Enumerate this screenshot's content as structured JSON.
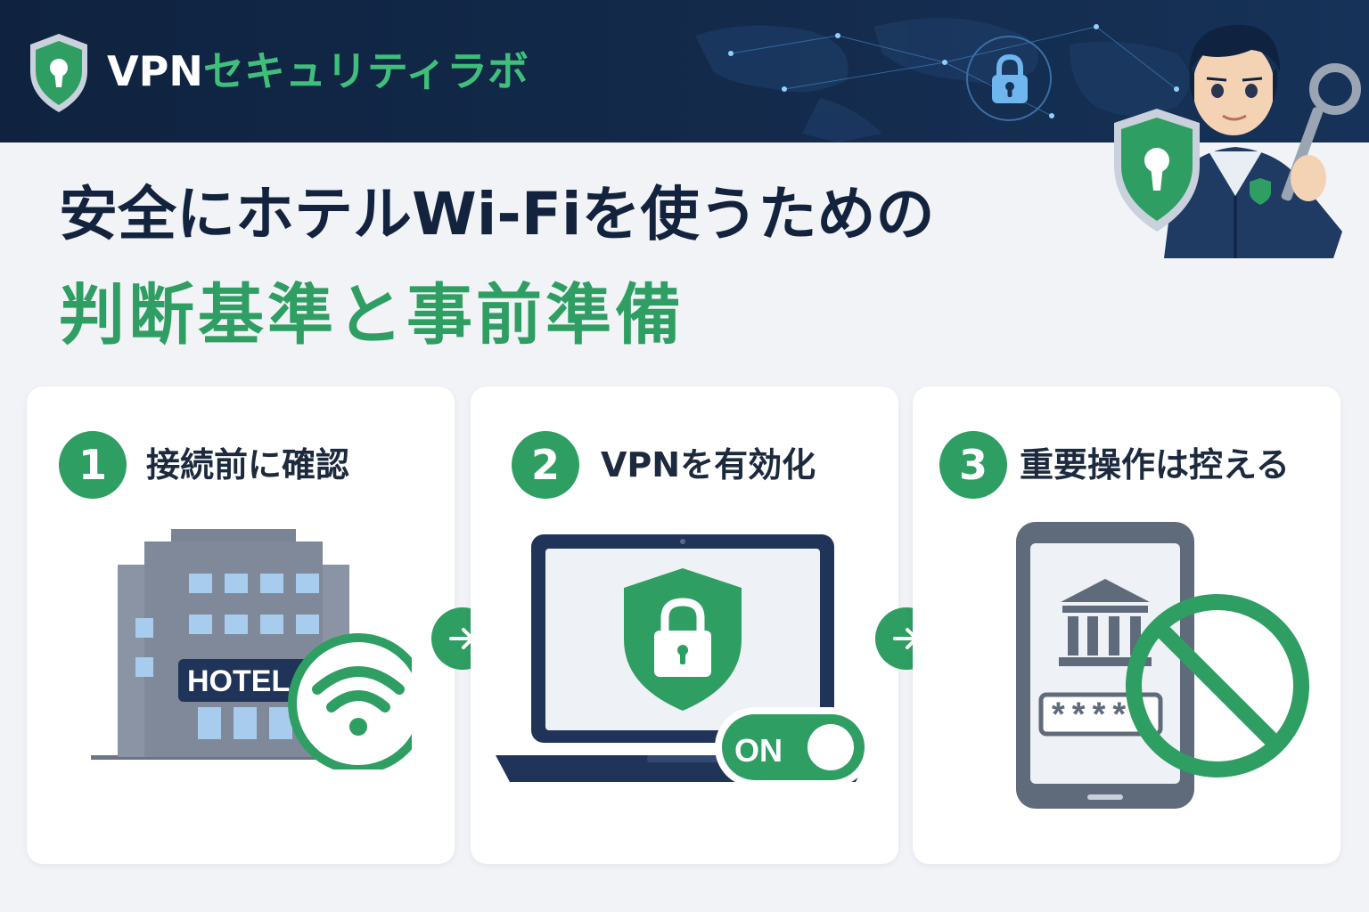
{
  "header": {
    "brand_vpn": "VPN",
    "brand_rest": "セキュリティラボ",
    "accent_color": "#3fbf7a",
    "background_color": "#0f2340"
  },
  "title": {
    "line1": "安全にホテルWi-Fiを使うための",
    "line2": "判断基準と事前準備"
  },
  "steps": [
    {
      "number": "1",
      "label": "接続前に確認",
      "illustration_text": "HOTEL",
      "icon": "hotel-wifi-icon"
    },
    {
      "number": "2",
      "label": "VPNを有効化",
      "illustration_text": "ON",
      "icon": "laptop-shield-icon"
    },
    {
      "number": "3",
      "label": "重要操作は控える",
      "illustration_text": "****",
      "icon": "phone-bank-prohibited-icon"
    }
  ],
  "colors": {
    "green": "#2f9e62",
    "navy": "#14233d",
    "card_bg": "#ffffff",
    "page_bg": "#f1f3f7"
  }
}
